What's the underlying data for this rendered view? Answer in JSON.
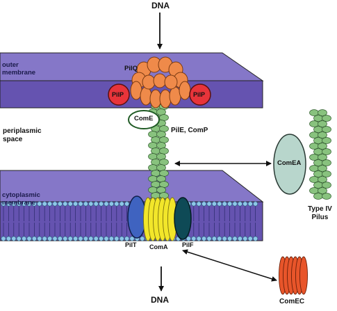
{
  "labels": {
    "dna_top": "DNA",
    "dna_bottom": "DNA",
    "outer_membrane": "outer\nmembrane",
    "cytoplasmic_membrane": "cytoplasmic\nmembrane",
    "periplasmic_space": "periplasmic\nspace",
    "pilq": "PilQ",
    "pilp_left": "PilP",
    "pilp_right": "PilP",
    "come": "ComE",
    "pile_comp": "PilE, ComP",
    "comea": "ComEA",
    "type_iv_pilus": "Type IV\nPilus",
    "pilt": "PilT",
    "coma": "ComA",
    "pilf": "PilF",
    "comec": "ComEC"
  },
  "colors": {
    "membrane_top": "#8577c8",
    "membrane_front": "#6553b0",
    "membrane_side": "#4a3c8c",
    "pilq": "#ef8a4a",
    "pilp": "#e8343a",
    "pilus": "#88c27e",
    "comea": "#b8d6cc",
    "pilt": "#3f63c0",
    "coma": "#f2e62a",
    "pilf": "#0e4a56",
    "comec": "#e8552a",
    "lipid_head": "#8ec7e8"
  }
}
